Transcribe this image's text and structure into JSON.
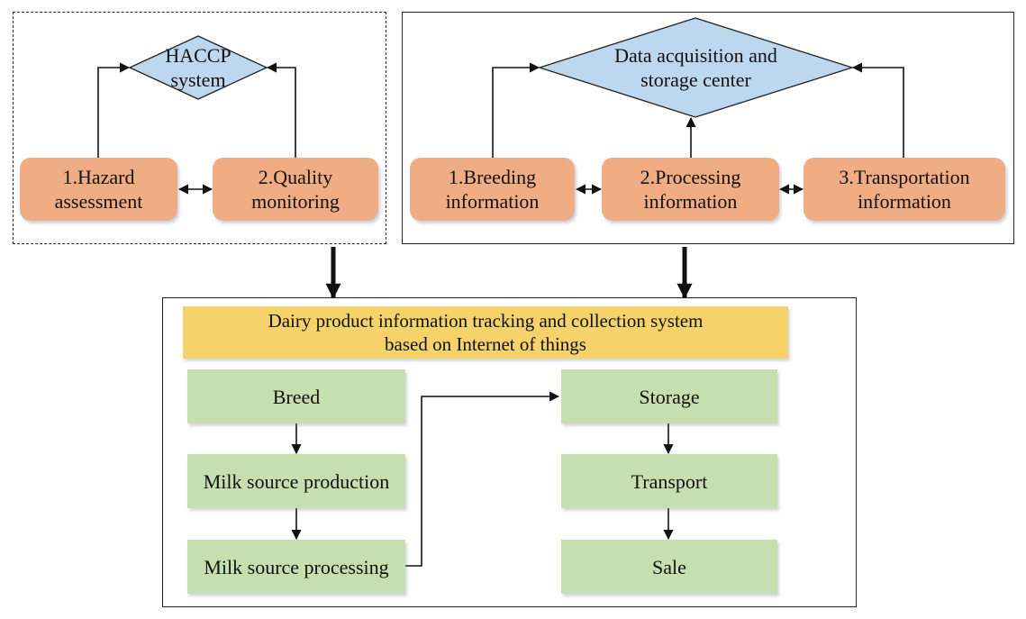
{
  "haccp": {
    "title_line1": "HACCP",
    "title_line2": "system",
    "hazard_line1": "1.Hazard",
    "hazard_line2": "assessment",
    "quality_line1": "2.Quality",
    "quality_line2": "monitoring"
  },
  "data_center": {
    "title_line1": "Data acquisition and",
    "title_line2": "storage center",
    "breeding_line1": "1.Breeding",
    "breeding_line2": "information",
    "processing_line1": "2.Processing",
    "processing_line2": "information",
    "transport_line1": "3.Transportation",
    "transport_line2": "information"
  },
  "system": {
    "title_line1": "Dairy product information tracking and collection system",
    "title_line2": "based on Internet of things",
    "left_steps": [
      "Breed",
      "Milk source production",
      "Milk source processing"
    ],
    "right_steps": [
      "Storage",
      "Transport",
      "Sale"
    ]
  },
  "colors": {
    "orange_box": "#f0ad84",
    "blue_diamond": "#bdd7ee",
    "green_box": "#c6dfae",
    "yellow_header": "#f5d26a"
  }
}
